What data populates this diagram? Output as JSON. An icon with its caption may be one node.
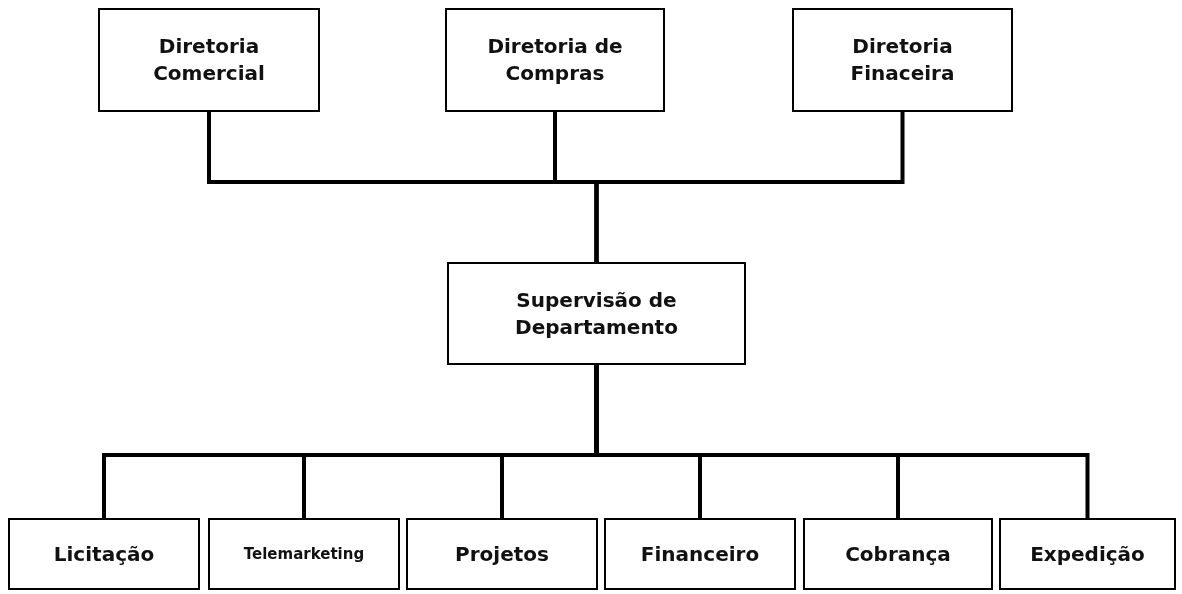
{
  "diagram": {
    "nodes": [
      {
        "text": [
          "Diretoria Comercial"
        ]
      },
      {
        "text": [
          "Diretoria de Compras"
        ]
      },
      {
        "text": [
          "Diretoria Finaceira"
        ]
      },
      {
        "text": [
          "Supervisão de Departamento"
        ]
      },
      {
        "text": [
          "Licitação"
        ]
      },
      {
        "text": [
          "Telemarketing"
        ]
      },
      {
        "text": [
          "Projetos"
        ]
      },
      {
        "text": [
          "Financeiro"
        ]
      },
      {
        "text": [
          "Cobrança"
        ]
      },
      {
        "text": [
          "Expedição"
        ]
      }
    ],
    "edges": [
      {
        "from": 0,
        "to": 3,
        "arrow": "none"
      },
      {
        "from": 1,
        "to": 3,
        "arrow": "none"
      },
      {
        "from": 2,
        "to": 3,
        "arrow": "none"
      },
      {
        "from": 3,
        "to": 4,
        "arrow": "none"
      },
      {
        "from": 3,
        "to": 5,
        "arrow": "none"
      },
      {
        "from": 3,
        "to": 6,
        "arrow": "none"
      },
      {
        "from": 3,
        "to": 7,
        "arrow": "none"
      },
      {
        "from": 3,
        "to": 8,
        "arrow": "none"
      },
      {
        "from": 3,
        "to": 9,
        "arrow": "none"
      }
    ]
  }
}
